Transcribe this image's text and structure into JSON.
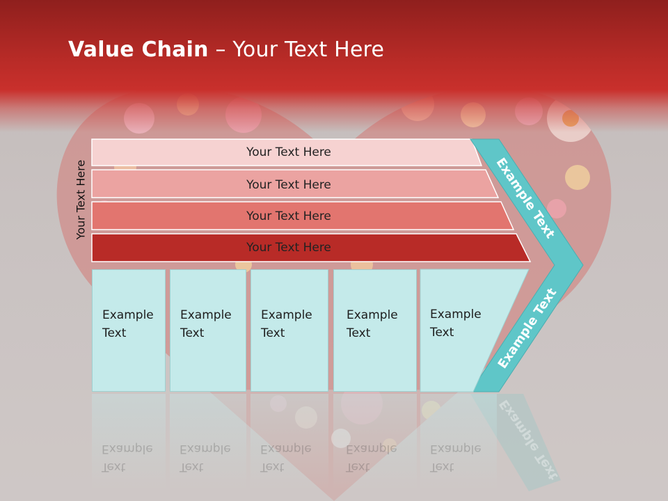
{
  "slide": {
    "title_bold": "Value Chain",
    "title_rest": " – Your Text Here",
    "side_label": "Your Text Here",
    "bars": [
      {
        "label": "Your Text Here",
        "color": "#f6d2d1"
      },
      {
        "label": "Your Text Here",
        "color": "#eba3a1"
      },
      {
        "label": "Your Text Here",
        "color": "#e2756f"
      },
      {
        "label": "Your Text Here",
        "color": "#b82b27"
      }
    ],
    "boxes": [
      {
        "line1": "Example",
        "line2": "Text"
      },
      {
        "line1": "Example",
        "line2": "Text"
      },
      {
        "line1": "Example",
        "line2": "Text"
      },
      {
        "line1": "Example",
        "line2": "Text"
      },
      {
        "line1": "Example",
        "line2": "Text"
      }
    ],
    "arrow_top_label": "Example Text",
    "arrow_bottom_label": "Example Text",
    "colors": {
      "header_red": "#b82b27",
      "teal_arrow": "#5fc6c8",
      "teal_box": "#c4eaea"
    }
  }
}
